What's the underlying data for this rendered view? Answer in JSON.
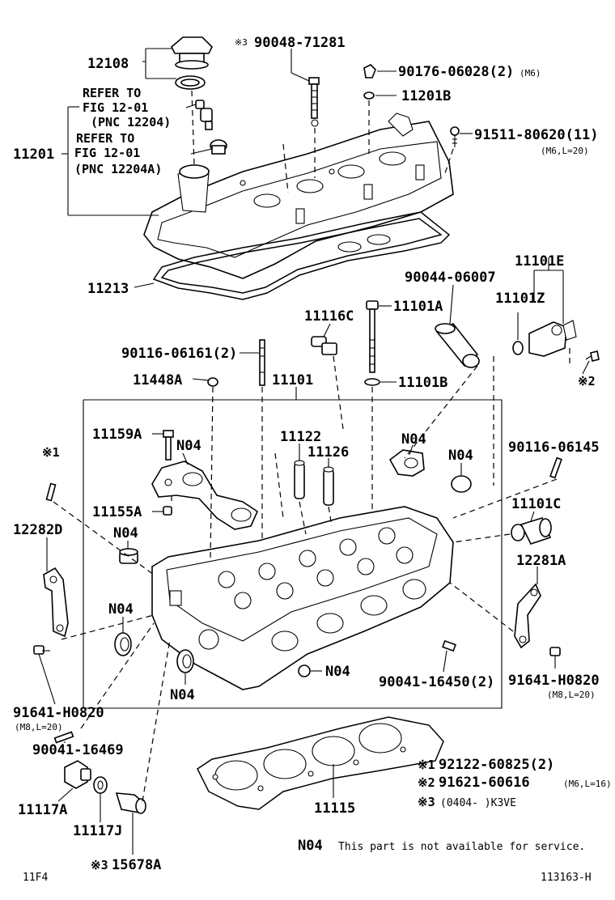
{
  "labels": {
    "p12108": "12108",
    "p90048": "90048-71281",
    "mark3": "※3",
    "p90176": "90176-06028(2)",
    "p90176_spec": "(M6)",
    "p11201B": "11201B",
    "refer1a": "REFER TO",
    "refer1b": "FIG 12-01",
    "refer1c": "(PNC 12204)",
    "refer2a": "REFER TO",
    "refer2b": "FIG 12-01",
    "refer2c": "(PNC 12204A)",
    "p11201": "11201",
    "p91511": "91511-80620(11)",
    "p91511_spec": "(M6,L=20)",
    "p11213": "11213",
    "p11101E": "11101E",
    "p90044": "90044-06007",
    "p11101Z": "11101Z",
    "p11116C": "11116C",
    "p11101A": "11101A",
    "p90116_06161": "90116-06161(2)",
    "p11448A": "11448A",
    "p11101": "11101",
    "p11101B": "11101B",
    "mark2": "※2",
    "p11159A": "11159A",
    "n04_a": "N04",
    "p11122": "11122",
    "p11126": "11126",
    "n04_b": "N04",
    "n04_c": "N04",
    "mark1": "※1",
    "p90116_06145": "90116-06145",
    "p11155A": "11155A",
    "n04_d": "N04",
    "p11101C": "11101C",
    "p12282D": "12282D",
    "p12281A": "12281A",
    "n04_e": "N04",
    "n04_f": "N04",
    "n04_g": "N04",
    "p90041_16450": "90041-16450(2)",
    "p91641_r": "91641-H0820",
    "p91641_r_spec": "(M8,L=20)",
    "p91641_l": "91641-H0820",
    "p91641_l_spec": "(M8,L=20)",
    "p90041_16469": "90041-16469",
    "p11117A": "11117A",
    "p11117J": "11117J",
    "p15678A": "15678A",
    "p11115": "11115",
    "fig_code": "11F4",
    "fig_number": "113163-H"
  },
  "notes": {
    "n1_mark": "※1",
    "n1_text": "92122-60825(2)",
    "n2_mark": "※2",
    "n2_text": "91621-60616",
    "n2_spec": "(M6,L=16)",
    "n3_mark": "※3",
    "n3_text": "(0404-     )K3VE",
    "n04_code": "N04",
    "n04_text": "This part is not available for service."
  }
}
